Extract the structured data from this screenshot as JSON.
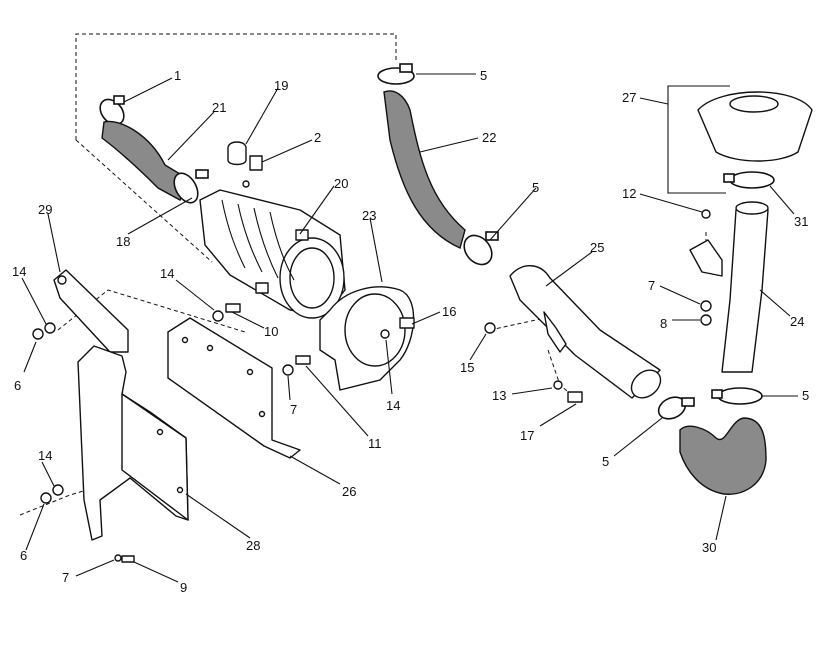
{
  "callouts": [
    {
      "id": "c1",
      "text": "1"
    },
    {
      "id": "c19",
      "text": "19"
    },
    {
      "id": "c21",
      "text": "21"
    },
    {
      "id": "c2",
      "text": "2"
    },
    {
      "id": "c20",
      "text": "20"
    },
    {
      "id": "c18",
      "text": "18"
    },
    {
      "id": "c29",
      "text": "29"
    },
    {
      "id": "c14a",
      "text": "14"
    },
    {
      "id": "c6a",
      "text": "6"
    },
    {
      "id": "c14b",
      "text": "14"
    },
    {
      "id": "c10",
      "text": "10"
    },
    {
      "id": "c23",
      "text": "23"
    },
    {
      "id": "c16",
      "text": "16"
    },
    {
      "id": "c7a",
      "text": "7"
    },
    {
      "id": "c14c",
      "text": "14"
    },
    {
      "id": "c11",
      "text": "11"
    },
    {
      "id": "c26",
      "text": "26"
    },
    {
      "id": "c14d",
      "text": "14"
    },
    {
      "id": "c6b",
      "text": "6"
    },
    {
      "id": "c28",
      "text": "28"
    },
    {
      "id": "c7b",
      "text": "7"
    },
    {
      "id": "c9",
      "text": "9"
    },
    {
      "id": "c5a",
      "text": "5"
    },
    {
      "id": "c22",
      "text": "22"
    },
    {
      "id": "c5b",
      "text": "5"
    },
    {
      "id": "c25",
      "text": "25"
    },
    {
      "id": "c15",
      "text": "15"
    },
    {
      "id": "c13",
      "text": "13"
    },
    {
      "id": "c17",
      "text": "17"
    },
    {
      "id": "c5c",
      "text": "5"
    },
    {
      "id": "c27",
      "text": "27"
    },
    {
      "id": "c12",
      "text": "12"
    },
    {
      "id": "c31",
      "text": "31"
    },
    {
      "id": "c7c",
      "text": "7"
    },
    {
      "id": "c8",
      "text": "8"
    },
    {
      "id": "c24",
      "text": "24"
    },
    {
      "id": "c5d",
      "text": "5"
    },
    {
      "id": "c30",
      "text": "30"
    }
  ]
}
